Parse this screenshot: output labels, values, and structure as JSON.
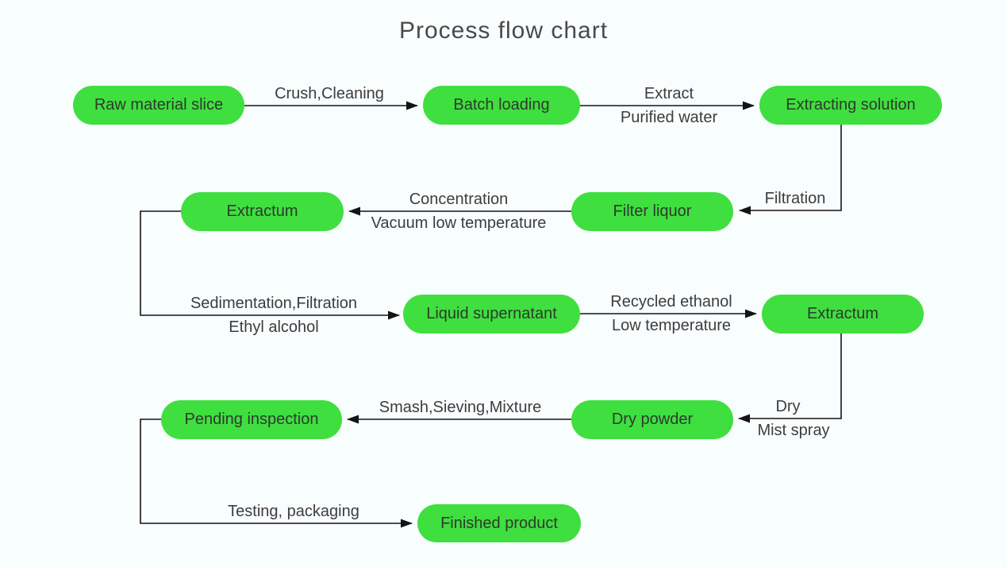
{
  "title": "Process flow chart",
  "colors": {
    "node_fill": "#3fdf3f",
    "background": "#f8fdfd",
    "line": "#141414",
    "label_text": "#3d3d3d",
    "node_text": "#2d3a2d",
    "title_text": "#4a4a4a"
  },
  "nodes": [
    {
      "id": "raw-material-slice",
      "label": "Raw material slice"
    },
    {
      "id": "batch-loading",
      "label": "Batch loading"
    },
    {
      "id": "extracting-solution",
      "label": "Extracting solution"
    },
    {
      "id": "extractum-1",
      "label": "Extractum"
    },
    {
      "id": "filter-liquor",
      "label": "Filter liquor"
    },
    {
      "id": "liquid-supernatant",
      "label": "Liquid supernatant"
    },
    {
      "id": "extractum-2",
      "label": "Extractum"
    },
    {
      "id": "pending-inspection",
      "label": "Pending inspection"
    },
    {
      "id": "dry-powder",
      "label": "Dry powder"
    },
    {
      "id": "finished-product",
      "label": "Finished product"
    }
  ],
  "edges": [
    {
      "from": "raw-material-slice",
      "to": "batch-loading",
      "label_top": "Crush,Cleaning",
      "label_bottom": ""
    },
    {
      "from": "batch-loading",
      "to": "extracting-solution",
      "label_top": "Extract",
      "label_bottom": "Purified water"
    },
    {
      "from": "extracting-solution",
      "to": "filter-liquor",
      "label_top": "Filtration",
      "label_bottom": ""
    },
    {
      "from": "filter-liquor",
      "to": "extractum-1",
      "label_top": "Concentration",
      "label_bottom": "Vacuum low temperature"
    },
    {
      "from": "extractum-1",
      "to": "liquid-supernatant",
      "label_top": "Sedimentation,Filtration",
      "label_bottom": "Ethyl alcohol"
    },
    {
      "from": "liquid-supernatant",
      "to": "extractum-2",
      "label_top": "Recycled ethanol",
      "label_bottom": "Low temperature"
    },
    {
      "from": "extractum-2",
      "to": "dry-powder",
      "label_top": "Dry",
      "label_bottom": "Mist spray"
    },
    {
      "from": "dry-powder",
      "to": "pending-inspection",
      "label_top": "Smash,Sieving,Mixture",
      "label_bottom": ""
    },
    {
      "from": "pending-inspection",
      "to": "finished-product",
      "label_top": "Testing, packaging",
      "label_bottom": ""
    }
  ]
}
